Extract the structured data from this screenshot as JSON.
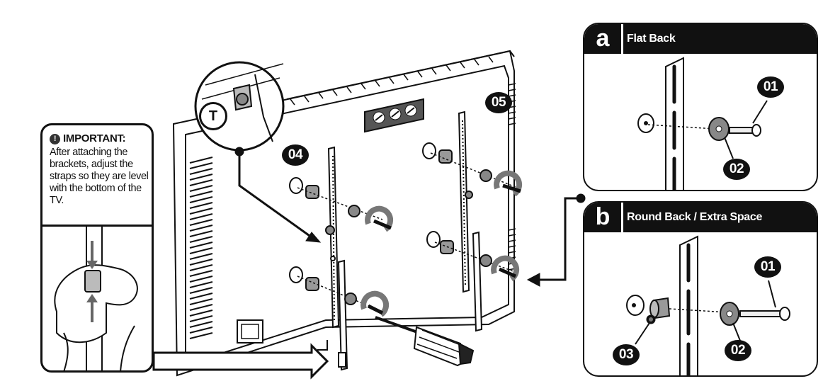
{
  "important": {
    "heading": "IMPORTANT:",
    "text": "After attaching the brackets, adjust the straps so they are level with the bottom of the TV."
  },
  "detail": {
    "tool_label": "T"
  },
  "parts": {
    "p04": "04",
    "p05": "05"
  },
  "panels": [
    {
      "letter": "a",
      "title": "Flat Back",
      "callouts": [
        "01",
        "02"
      ]
    },
    {
      "letter": "b",
      "title": "Round Back / Extra Space",
      "callouts": [
        "01",
        "02",
        "03"
      ]
    }
  ],
  "colors": {
    "ink": "#111111",
    "panel_header": "#111111",
    "hardware_gray": "#8c8c8c"
  }
}
